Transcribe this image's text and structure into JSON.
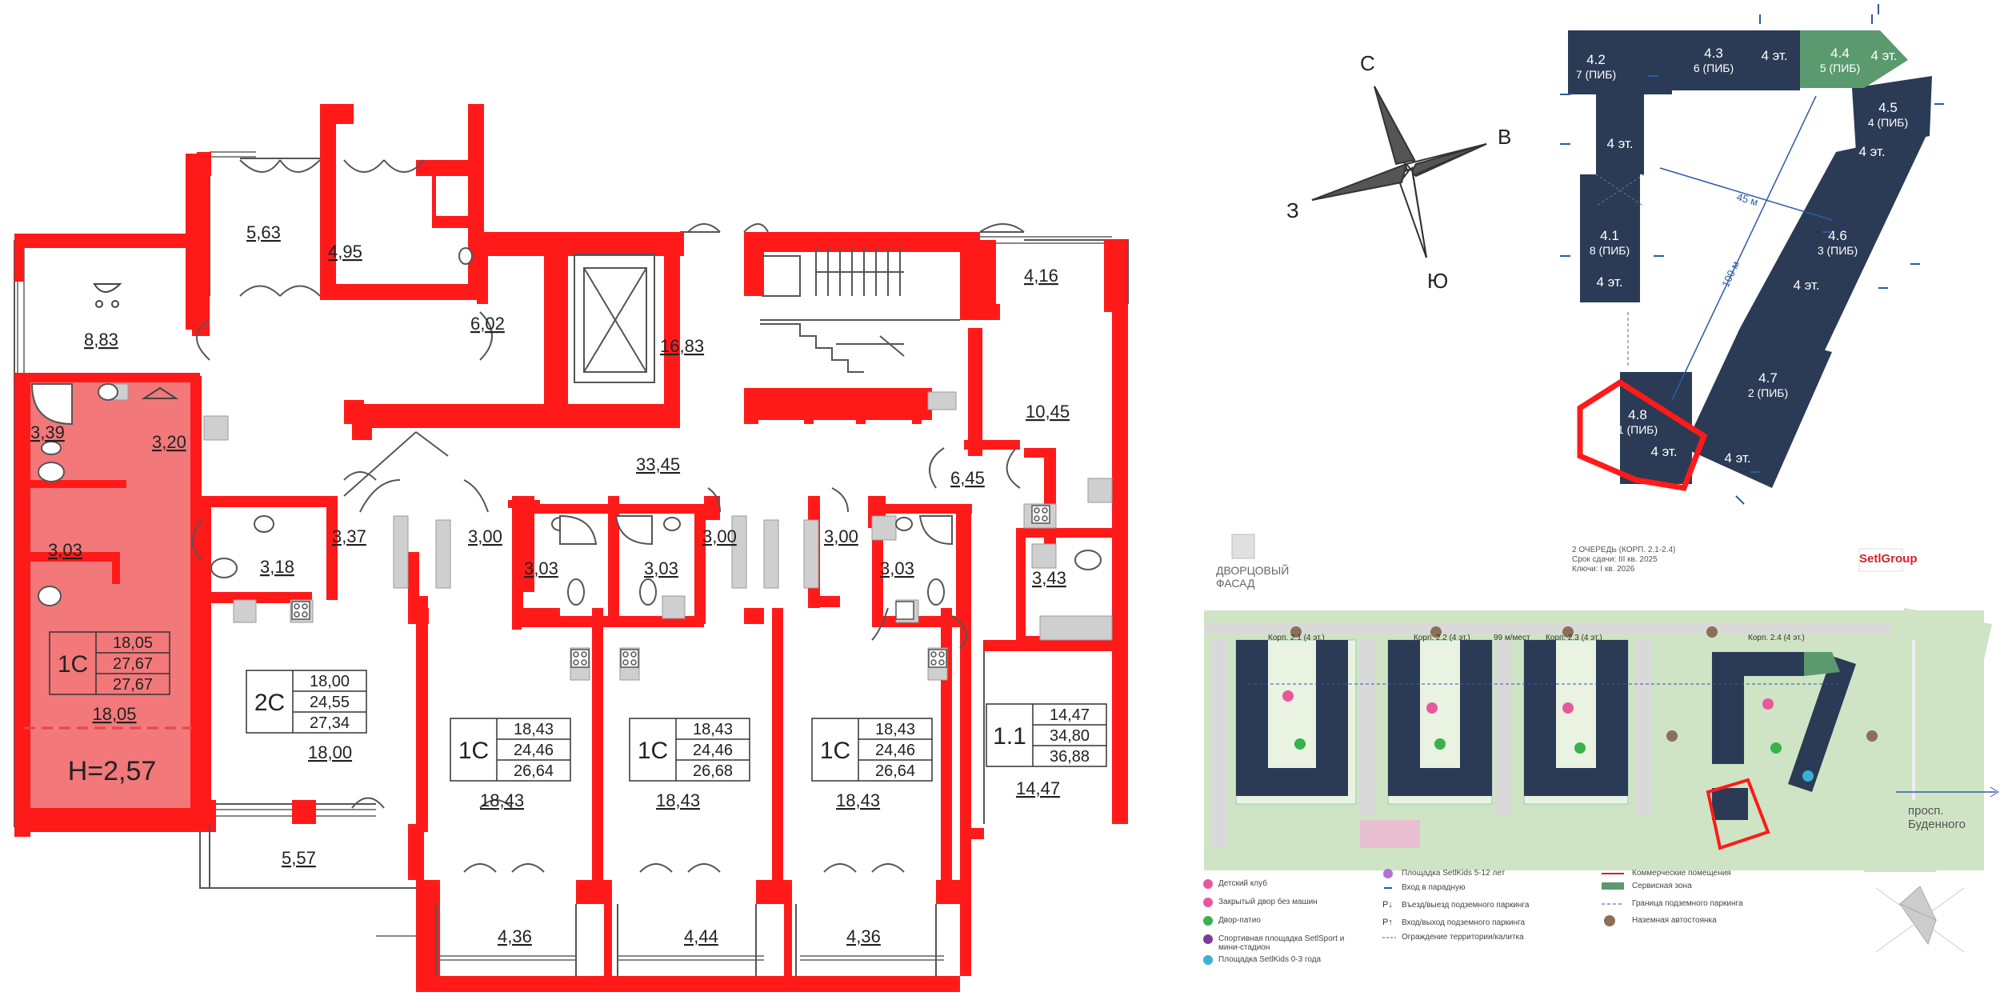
{
  "colors": {
    "wall": "#ff1a1a",
    "highlight": "#f2787a",
    "building": "#2b3b55",
    "building_green": "#5b9a6f",
    "grass": "#cfe4c4",
    "road": "#d9d9d9",
    "accent_blue": "#2e5aa8"
  },
  "plan": {
    "rooms": [
      {
        "id": "r-563",
        "label": "5,63"
      },
      {
        "id": "r-495",
        "label": "4,95"
      },
      {
        "id": "r-883",
        "label": "8,83"
      },
      {
        "id": "r-602",
        "label": "6,02"
      },
      {
        "id": "r-1683",
        "label": "16,83"
      },
      {
        "id": "r-416",
        "label": "4,16"
      },
      {
        "id": "r-1045",
        "label": "10,45"
      },
      {
        "id": "r-339",
        "label": "3,39"
      },
      {
        "id": "r-320",
        "label": "3,20"
      },
      {
        "id": "r-3345",
        "label": "33,45"
      },
      {
        "id": "r-645",
        "label": "6,45"
      },
      {
        "id": "r-303a",
        "label": "3,03"
      },
      {
        "id": "r-318",
        "label": "3,18"
      },
      {
        "id": "r-337",
        "label": "3,37"
      },
      {
        "id": "r-300a",
        "label": "3,00"
      },
      {
        "id": "r-303b",
        "label": "3,03"
      },
      {
        "id": "r-303c",
        "label": "3,03"
      },
      {
        "id": "r-300b",
        "label": "3,00"
      },
      {
        "id": "r-300c",
        "label": "3,00"
      },
      {
        "id": "r-303d",
        "label": "3,03"
      },
      {
        "id": "r-343",
        "label": "3,43"
      },
      {
        "id": "r-1800",
        "label": "18,00"
      },
      {
        "id": "r-1843a",
        "label": "18,43"
      },
      {
        "id": "r-1843b",
        "label": "18,43"
      },
      {
        "id": "r-1843c",
        "label": "18,43"
      },
      {
        "id": "r-1447",
        "label": "14,47"
      },
      {
        "id": "r-557",
        "label": "5,57"
      },
      {
        "id": "r-436a",
        "label": "4,36"
      },
      {
        "id": "r-444",
        "label": "4,44"
      },
      {
        "id": "r-436b",
        "label": "4,36"
      },
      {
        "id": "r-1805",
        "label": "18,05"
      }
    ],
    "highlight": {
      "type": "1С",
      "areas": [
        "18,05",
        "27,67",
        "27,67"
      ],
      "height": "Н=2,57"
    },
    "units": [
      {
        "id": "u-2c",
        "type": "2С",
        "areas": [
          "18,00",
          "24,55",
          "27,34"
        ]
      },
      {
        "id": "u-1ca",
        "type": "1С",
        "areas": [
          "18,43",
          "24,46",
          "26,64"
        ]
      },
      {
        "id": "u-1cb",
        "type": "1С",
        "areas": [
          "18,43",
          "24,46",
          "26,68"
        ]
      },
      {
        "id": "u-1cc",
        "type": "1С",
        "areas": [
          "18,43",
          "24,46",
          "26,64"
        ]
      },
      {
        "id": "u-11",
        "type": "1.1",
        "areas": [
          "14,47",
          "34,80",
          "36,88"
        ]
      }
    ]
  },
  "compass": {
    "n": "С",
    "e": "В",
    "s": "Ю",
    "w": "З"
  },
  "key_plan": {
    "blocks": [
      {
        "id": "b42",
        "num": "4.2",
        "sub": "7 (ПИБ)"
      },
      {
        "id": "b43",
        "num": "4.3",
        "sub": "6 (ПИБ)"
      },
      {
        "id": "b43f",
        "num": "",
        "sub": "4 эт."
      },
      {
        "id": "b44",
        "num": "4.4",
        "sub": "5 (ПИБ)"
      },
      {
        "id": "b44f",
        "num": "",
        "sub": "4 эт."
      },
      {
        "id": "b45",
        "num": "4.5",
        "sub": "4 (ПИБ)"
      },
      {
        "id": "b45f",
        "num": "",
        "sub": "4 эт."
      },
      {
        "id": "b42f",
        "num": "",
        "sub": "4 эт."
      },
      {
        "id": "b41",
        "num": "4.1",
        "sub": "8 (ПИБ)"
      },
      {
        "id": "b41f",
        "num": "",
        "sub": "4 эт."
      },
      {
        "id": "b46",
        "num": "4.6",
        "sub": "3 (ПИБ)"
      },
      {
        "id": "b46f",
        "num": "",
        "sub": "4 эт."
      },
      {
        "id": "b47",
        "num": "4.7",
        "sub": "2 (ПИБ)"
      },
      {
        "id": "b47f",
        "num": "",
        "sub": "4 эт."
      },
      {
        "id": "b48",
        "num": "4.8",
        "sub": "1 (ПИБ)"
      },
      {
        "id": "b48f",
        "num": "",
        "sub": "4 эт."
      }
    ],
    "dist_45": "45 м",
    "dist_100": "100 м"
  },
  "site": {
    "palace_facade": [
      "ДВОРЦОВЫЙ",
      "ФАСАД"
    ],
    "info": [
      "2 ОЧЕРЕДЬ (КОРП. 2.1-2.4)",
      "Срок сдачи: III кв. 2025",
      "Ключи: I кв. 2026"
    ],
    "brand": "SetlGroup",
    "korpus": [
      "Корп. 2.1 (4 эт.)",
      "Корп. 2.2 (4 эт.)",
      "99 м/мест",
      "Корп. 2.3 (4 эт.)",
      "Корп. 2.4 (4 эт.)"
    ],
    "street": [
      "просп.",
      "Буденного"
    ],
    "legend": [
      "Детский клуб",
      "Закрытый двор без машин",
      "Двор-патио",
      "Спортивная площадка SetlSport и мини-стадион",
      "Площадка SetlKids 0-3 года",
      "Площадка SetlKids 5-12 лет",
      "Вход в парадную",
      "Въезд/выезд подземного паркинга",
      "Вход/выход подземного паркинга",
      "Ограждение территории/калитка",
      "Коммерческие помещения",
      "Сервисная зона",
      "Граница подземного паркинга",
      "Наземная автостоянка"
    ]
  }
}
